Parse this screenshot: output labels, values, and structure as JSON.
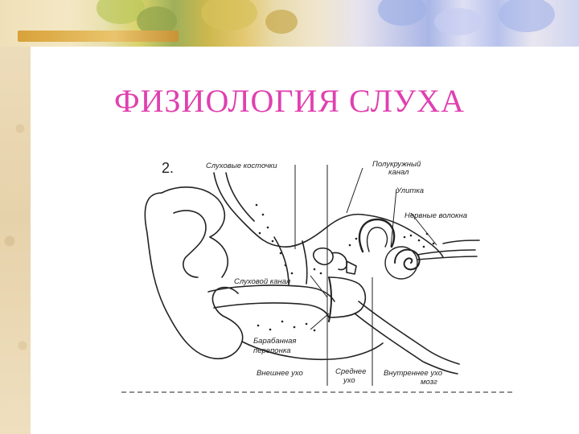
{
  "slide": {
    "title": "ФИЗИОЛОГИЯ СЛУХА"
  },
  "figure": {
    "number": "2.",
    "labels": {
      "ossicles": "Слуховые косточки",
      "semicircular_1": "Полукружный",
      "semicircular_2": "канал",
      "cochlea": "Улитка",
      "nerve_fibers": "Нервные волокна",
      "auditory_canal": "Слуховой канал",
      "eardrum_1": "Барабанная",
      "eardrum_2": "перепонка",
      "outer_ear": "Внешнее ухо",
      "middle_ear_1": "Среднее",
      "middle_ear_2": "ухо",
      "inner_ear": "Внутреннее ухо",
      "inner_ear_sub": "мозг"
    }
  },
  "colors": {
    "title": "#e040b0",
    "background": "#ffffff",
    "parchment": "#e6d2aa"
  }
}
